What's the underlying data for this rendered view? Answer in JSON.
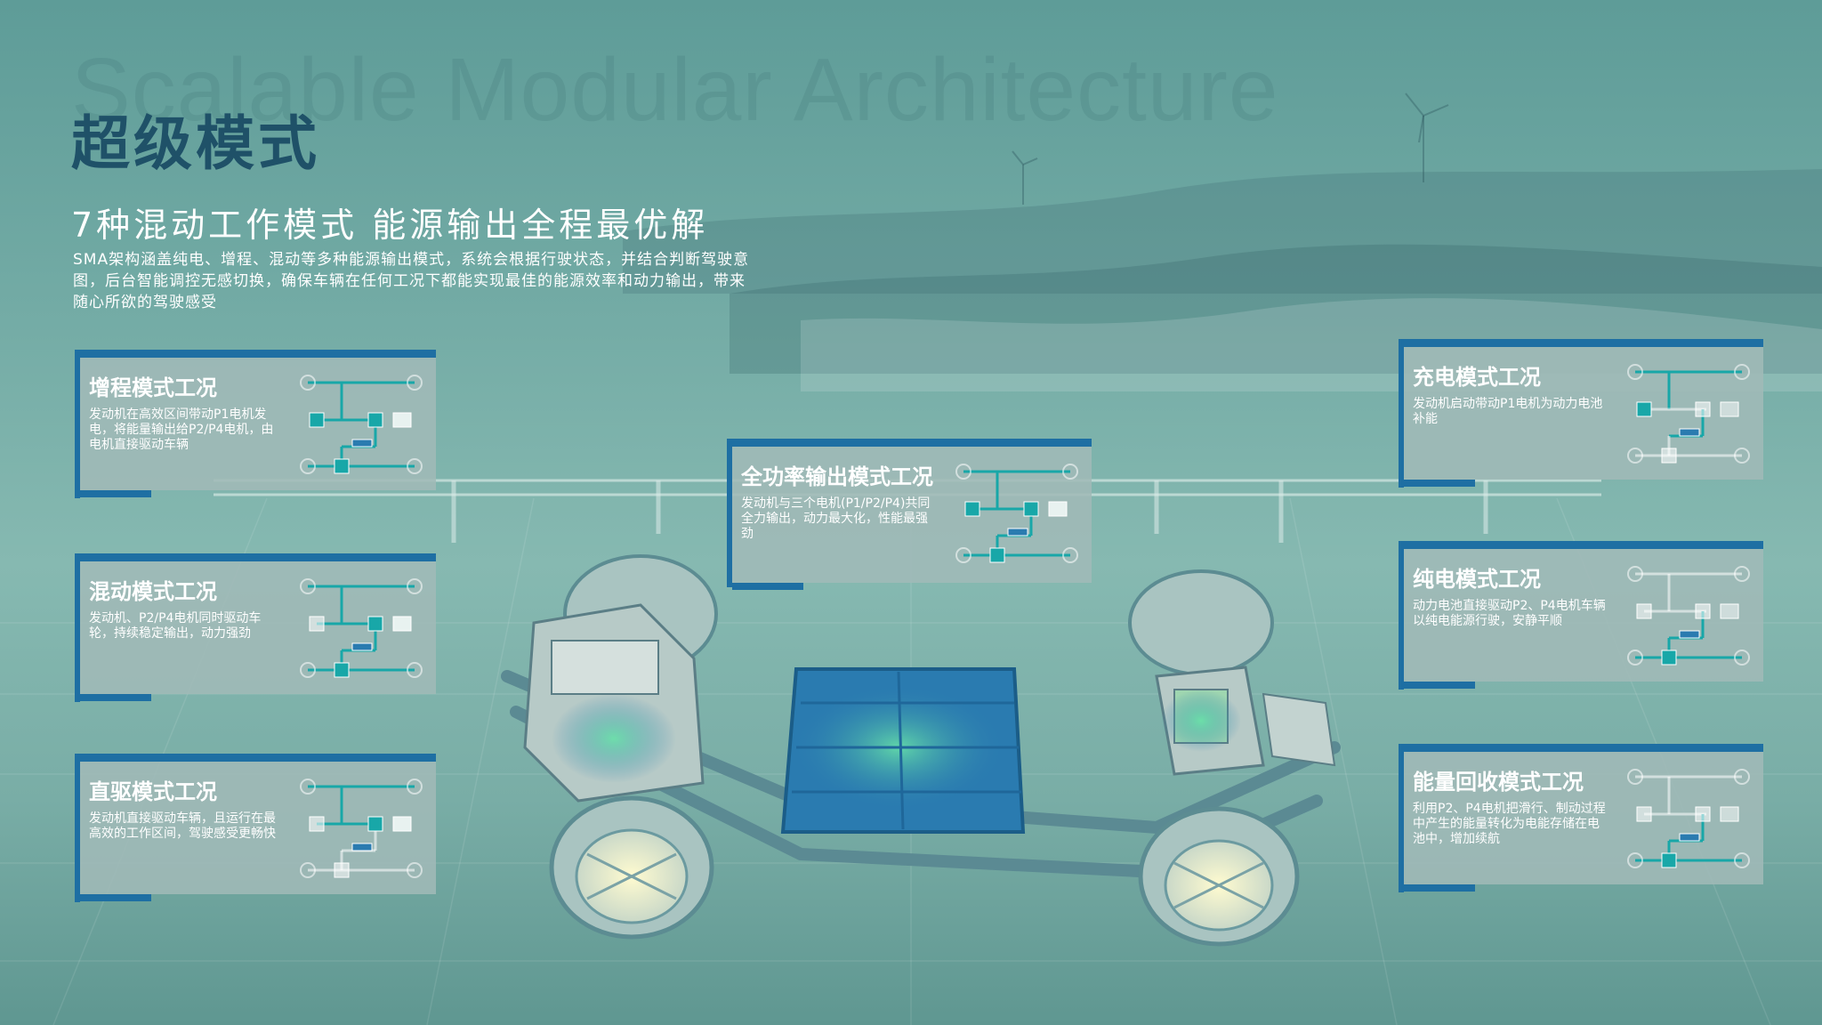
{
  "watermark": "Scalable Modular Architecture",
  "title": "超级模式",
  "subtitle": "7种混动工作模式 能源输出全程最优解",
  "description": "SMA架构涵盖纯电、增程、混动等多种能源输出模式，系统会根据行驶状态，并结合判断驾驶意图，后台智能调控无感切换，确保车辆在任何工况下都能实现最佳的能源效率和动力输出，带来随心所欲的驾驶感受",
  "colors": {
    "card_accent": "#1e6fa3",
    "title": "#1f5168",
    "diagram_active": "#18a7a8",
    "battery": "#2a7bb0"
  },
  "modes": [
    {
      "title": "增程模式工况",
      "text": "发动机在高效区间带动P1电机发电，将能量输出给P2/P4电机，由电机直接驱动车辆",
      "icon": "powertrain-diagram-icon"
    },
    {
      "title": "混动模式工况",
      "text": "发动机、P2/P4电机同时驱动车轮，持续稳定输出，动力强劲",
      "icon": "powertrain-diagram-icon"
    },
    {
      "title": "直驱模式工况",
      "text": "发动机直接驱动车辆，且运行在最高效的工作区间，驾驶感受更畅快",
      "icon": "powertrain-diagram-icon"
    },
    {
      "title": "全功率输出模式工况",
      "text": "发动机与三个电机(P1/P2/P4)共同全力输出，动力最大化，性能最强劲",
      "icon": "powertrain-diagram-icon"
    },
    {
      "title": "充电模式工况",
      "text": "发动机启动带动P1电机为动力电池补能",
      "icon": "powertrain-diagram-icon"
    },
    {
      "title": "纯电模式工况",
      "text": "动力电池直接驱动P2、P4电机车辆以纯电能源行驶，安静平顺",
      "icon": "powertrain-diagram-icon"
    },
    {
      "title": "能量回收模式工况",
      "text": "利用P2、P4电机把滑行、制动过程中产生的能量转化为电能存储在电池中，增加续航",
      "icon": "powertrain-diagram-icon"
    }
  ]
}
